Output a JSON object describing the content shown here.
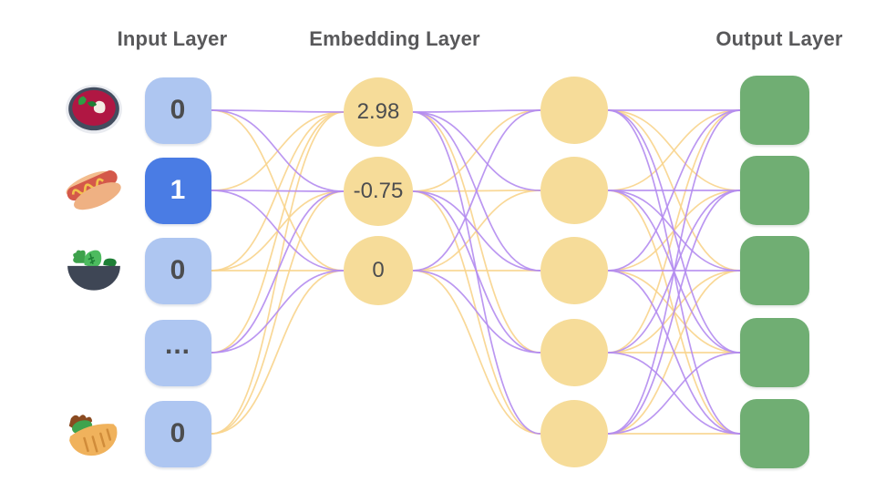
{
  "network": {
    "input_layer": {
      "title": "Input Layer",
      "nodes": [
        {
          "icon": "borscht",
          "value": "0",
          "active": false
        },
        {
          "icon": "hot-dog",
          "value": "1",
          "active": true
        },
        {
          "icon": "salad",
          "value": "0",
          "active": false
        },
        {
          "icon": null,
          "value": "...",
          "active": false
        },
        {
          "icon": "stuffed-flatbread",
          "value": "0",
          "active": false
        }
      ]
    },
    "embedding_layer": {
      "title": "Embedding Layer",
      "nodes": [
        {
          "value": "2.98"
        },
        {
          "value": "-0.75"
        },
        {
          "value": "0"
        }
      ]
    },
    "hidden_layer": {
      "node_count": 5
    },
    "output_layer": {
      "title": "Output Layer",
      "node_count": 5
    },
    "edges": {
      "palette": {
        "purple": "#b48cf0",
        "yellow": "#f8d48c"
      },
      "input_to_embedding": [
        [
          "P",
          "P",
          "Y"
        ],
        [
          "Y",
          "P",
          "P"
        ],
        [
          "Y",
          "Y",
          "Y"
        ],
        [
          "Y",
          "P",
          "P"
        ],
        [
          "Y",
          "Y",
          "Y"
        ]
      ],
      "embedding_to_hidden": [
        [
          "P",
          "P",
          "P",
          "Y",
          "P"
        ],
        [
          "Y",
          "Y",
          "P",
          "P",
          "Y"
        ],
        [
          "P",
          "Y",
          "Y",
          "P",
          "Y"
        ]
      ],
      "hidden_to_output": [
        [
          "P",
          "Y",
          "Y",
          "P",
          "P"
        ],
        [
          "Y",
          "P",
          "P",
          "P",
          "Y"
        ],
        [
          "P",
          "Y",
          "P",
          "Y",
          "P"
        ],
        [
          "Y",
          "P",
          "Y",
          "Y",
          "P"
        ],
        [
          "P",
          "P",
          "Y",
          "P",
          "Y"
        ]
      ]
    },
    "colors": {
      "title_text": "#58585a",
      "input_node": "#aec6f1",
      "input_node_active": "#4a7ce4",
      "node_value_text": "#4c4d4f",
      "active_value_text": "#ffffff",
      "embedding_node": "#f6dc99",
      "output_node": "#70ae73"
    }
  }
}
